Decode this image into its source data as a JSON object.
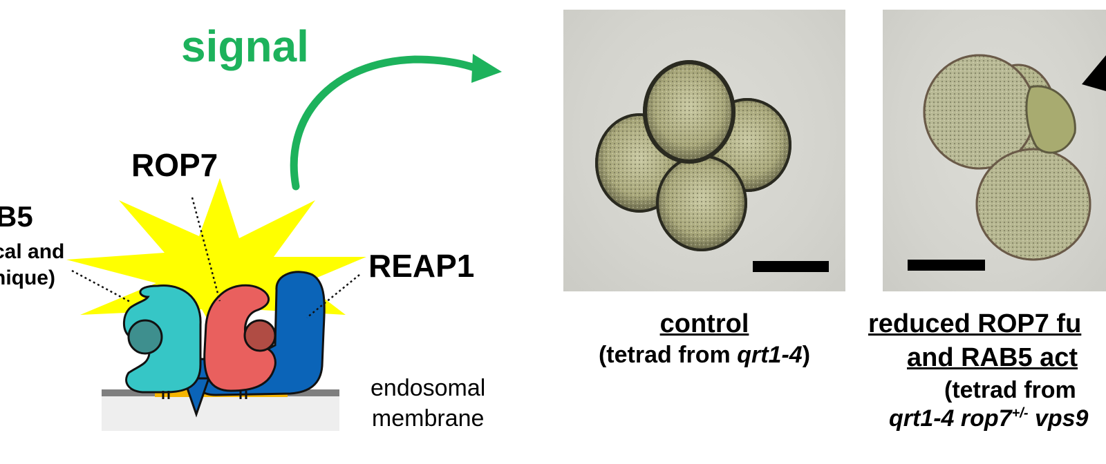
{
  "labels": {
    "signal": "signal",
    "rab5": "B5",
    "rab5_sub_line1": "cal and",
    "rab5_sub_line2": "nique)",
    "rop7": "ROP7",
    "reap1": "REAP1",
    "membrane_line1": "endosomal",
    "membrane_line2": "membrane"
  },
  "panels": {
    "control": {
      "title": "control",
      "sub_prefix": "(tetrad from ",
      "sub_italic": "qrt1-4",
      "sub_suffix": ")"
    },
    "mutant": {
      "title_line1": "reduced ROP7 fu",
      "title_line2": "and RAB5 act",
      "sub_line1": "(tetrad from",
      "genotype_a": "qrt1-4 rop7",
      "genotype_sup": "+/-",
      "genotype_b": " vps9"
    }
  },
  "colors": {
    "signal_green": "#1db25c",
    "burst_yellow": "#ffff00",
    "rab5_teal": "#36c6c6",
    "rop7_red": "#e9605e",
    "reap1_blue": "#0b64b8",
    "membrane_orange": "#f5b400"
  }
}
